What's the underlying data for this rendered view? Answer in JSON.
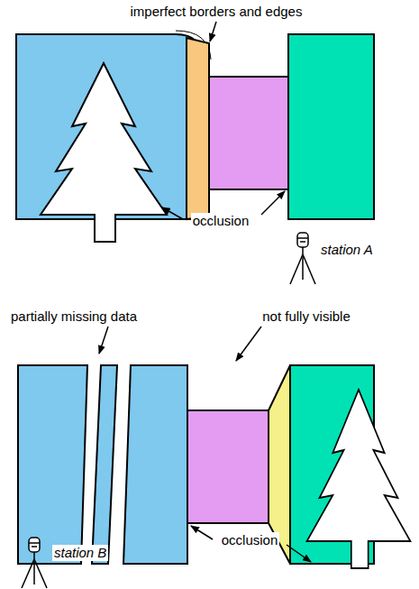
{
  "diagram": {
    "labels": [
      "imperfect borders and edges",
      "occlusion",
      "station A",
      "partially missing data",
      "not fully visible",
      "occlusion",
      "station B"
    ]
  }
}
